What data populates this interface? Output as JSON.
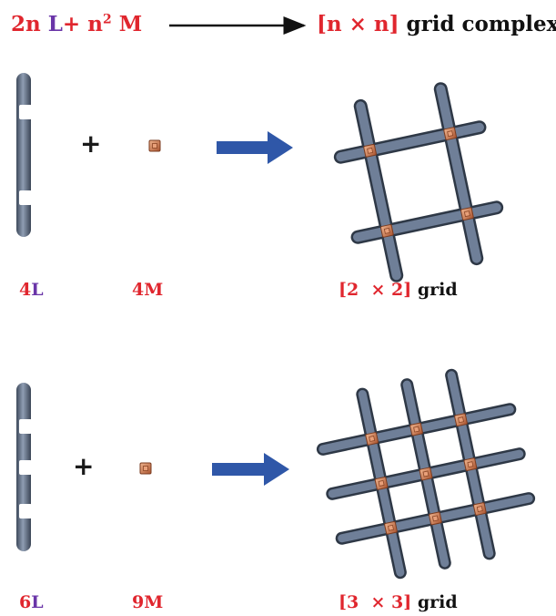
{
  "header": {
    "coef_2n": "2n",
    "L": "L",
    "plus": "+",
    "n": "n",
    "exp2": "2",
    "M": "M",
    "bracket": "[n × n]",
    "suffix": "grid complex"
  },
  "row1": {
    "plus": "+",
    "ligand_count": "4",
    "ligand_letter": "L",
    "metal_label": "4M",
    "grid_bracket": "[2  × 2]",
    "grid_word": "grid"
  },
  "row2": {
    "plus": "+",
    "ligand_count": "6",
    "ligand_letter": "L",
    "metal_label": "9M",
    "grid_bracket": "[3  × 3]",
    "grid_word": "grid"
  },
  "colors": {
    "red": "#e0262e",
    "purple": "#6a35a8",
    "rod": "#5f6f86",
    "metal": "#c9714a",
    "arrow": "#2f57a8"
  }
}
